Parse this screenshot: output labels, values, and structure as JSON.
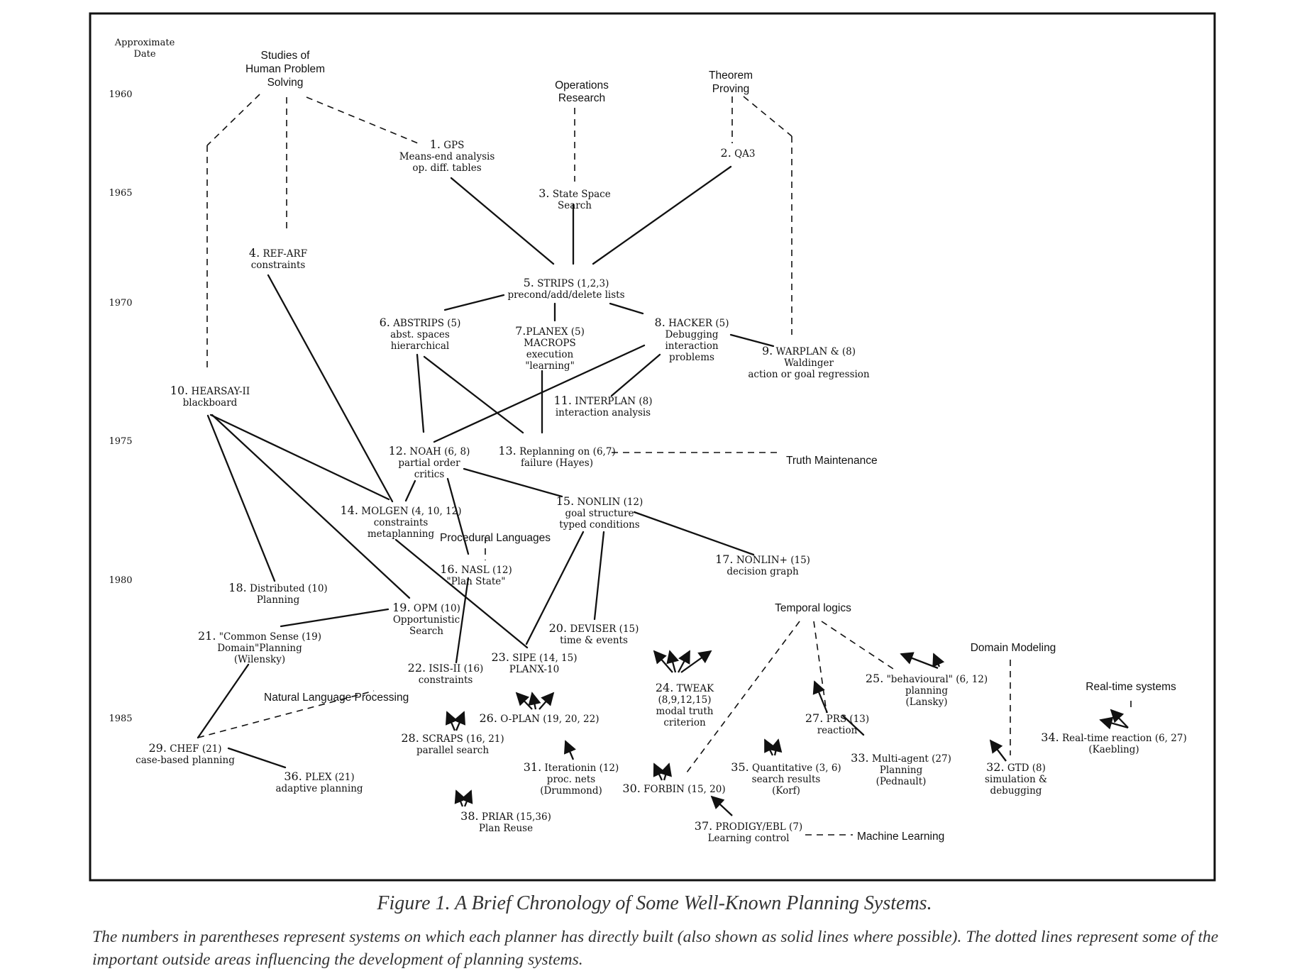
{
  "axis": {
    "header": [
      "Approximate",
      "Date"
    ],
    "years": [
      "1960",
      "1965",
      "1970",
      "1975",
      "1980",
      "1985"
    ]
  },
  "areas": {
    "human": [
      "Studies of",
      "Human Problem",
      "Solving"
    ],
    "or": [
      "Operations",
      "Research"
    ],
    "theorem": [
      "Theorem",
      "Proving"
    ],
    "truth": "Truth Maintenance",
    "proc": "Procedural Languages",
    "temporal": "Temporal logics",
    "domain": "Domain Modeling",
    "realtime": "Real-time systems",
    "nlp": "Natural Language Processing",
    "ml": "Machine Learning"
  },
  "systems": {
    "s1": {
      "num": "1.",
      "name": "GPS",
      "lines": [
        "Means-end analysis",
        "op. diff. tables"
      ]
    },
    "s2": {
      "num": "2.",
      "name": "QA3",
      "lines": []
    },
    "s3": {
      "num": "3.",
      "name": "State Space",
      "lines": [
        "Search"
      ]
    },
    "s4": {
      "num": "4.",
      "name": "REF-ARF",
      "lines": [
        "constraints"
      ]
    },
    "s5": {
      "num": "5.",
      "name": "STRIPS (1,2,3)",
      "lines": [
        "precond/add/delete lists"
      ]
    },
    "s6": {
      "num": "6.",
      "name": "ABSTRIPS (5)",
      "lines": [
        "abst. spaces",
        "hierarchical"
      ]
    },
    "s7": {
      "num": "7.",
      "name": "PLANEX (5)",
      "lines": [
        "MACROPS",
        "execution",
        "\"learning\""
      ]
    },
    "s8": {
      "num": "8.",
      "name": "HACKER (5)",
      "lines": [
        "Debugging",
        "interaction",
        "problems"
      ]
    },
    "s9": {
      "num": "9.",
      "name": "WARPLAN & (8)",
      "lines": [
        "Waldinger",
        "action or goal regression"
      ]
    },
    "s10": {
      "num": "10.",
      "name": "HEARSAY-II",
      "lines": [
        "blackboard"
      ]
    },
    "s11": {
      "num": "11.",
      "name": "INTERPLAN (8)",
      "lines": [
        "interaction analysis"
      ]
    },
    "s12": {
      "num": "12.",
      "name": "NOAH (6, 8)",
      "lines": [
        "partial order",
        "critics"
      ]
    },
    "s13": {
      "num": "13.",
      "name": "Replanning on (6,7)",
      "lines": [
        "failure (Hayes)"
      ]
    },
    "s14": {
      "num": "14.",
      "name": "MOLGEN (4, 10, 12)",
      "lines": [
        "constraints",
        "metaplanning"
      ]
    },
    "s15": {
      "num": "15.",
      "name": "NONLIN (12)",
      "lines": [
        "goal structure",
        "typed conditions"
      ]
    },
    "s16": {
      "num": "16.",
      "name": "NASL (12)",
      "lines": [
        "\"Plan State\""
      ]
    },
    "s17": {
      "num": "17.",
      "name": "NONLIN+ (15)",
      "lines": [
        "decision graph"
      ]
    },
    "s18": {
      "num": "18.",
      "name": "Distributed (10)",
      "lines": [
        "Planning"
      ]
    },
    "s19": {
      "num": "19.",
      "name": "OPM (10)",
      "lines": [
        "Opportunistic",
        "Search"
      ]
    },
    "s20": {
      "num": "20.",
      "name": "DEVISER (15)",
      "lines": [
        "time & events"
      ]
    },
    "s21": {
      "num": "21.",
      "name": "\"Common Sense (19)",
      "lines": [
        "Domain\"Planning",
        "(Wilensky)"
      ]
    },
    "s22": {
      "num": "22.",
      "name": "ISIS-II (16)",
      "lines": [
        "constraints"
      ]
    },
    "s23": {
      "num": "23.",
      "name": "SIPE (14, 15)",
      "lines": [
        "PLANX-10"
      ]
    },
    "s24": {
      "num": "24.",
      "name": "TWEAK",
      "lines": [
        "(8,9,12,15)",
        "modal truth",
        "criterion"
      ]
    },
    "s25": {
      "num": "25.",
      "name": "\"behavioural\" (6, 12)",
      "lines": [
        "planning",
        "(Lansky)"
      ]
    },
    "s26": {
      "num": "26.",
      "name": "O-PLAN (19, 20, 22)",
      "lines": []
    },
    "s27": {
      "num": "27.",
      "name": "PRS (13)",
      "lines": [
        "reaction"
      ]
    },
    "s28": {
      "num": "28.",
      "name": "SCRAPS (16, 21)",
      "lines": [
        "parallel search"
      ]
    },
    "s29": {
      "num": "29.",
      "name": "CHEF (21)",
      "lines": [
        "case-based planning"
      ]
    },
    "s30": {
      "num": "30.",
      "name": "FORBIN (15, 20)",
      "lines": []
    },
    "s31": {
      "num": "31.",
      "name": "Iterationin (12)",
      "lines": [
        "proc. nets",
        "(Drummond)"
      ]
    },
    "s32": {
      "num": "32.",
      "name": "GTD (8)",
      "lines": [
        "simulation &",
        "debugging"
      ]
    },
    "s33": {
      "num": "33.",
      "name": "Multi-agent (27)",
      "lines": [
        "Planning",
        "(Pednault)"
      ]
    },
    "s34": {
      "num": "34.",
      "name": "Real-time reaction (6, 27)",
      "lines": [
        "(Kaebling)"
      ]
    },
    "s35": {
      "num": "35.",
      "name": "Quantitative (3, 6)",
      "lines": [
        "search results",
        "(Korf)"
      ]
    },
    "s36": {
      "num": "36.",
      "name": "PLEX (21)",
      "lines": [
        "adaptive planning"
      ]
    },
    "s37": {
      "num": "37.",
      "name": "PRODIGY/EBL (7)",
      "lines": [
        "Learning control"
      ]
    },
    "s38": {
      "num": "38.",
      "name": "PRIAR (15,36)",
      "lines": [
        "Plan Reuse"
      ]
    }
  },
  "caption": {
    "title": "Figure 1. A Brief Chronology of Some Well-Known Planning Systems.",
    "body": "The numbers in parentheses represent systems on which each planner has directly built (also shown as solid lines where possible). The dotted lines represent some of the important outside areas influencing the development of planning systems."
  }
}
